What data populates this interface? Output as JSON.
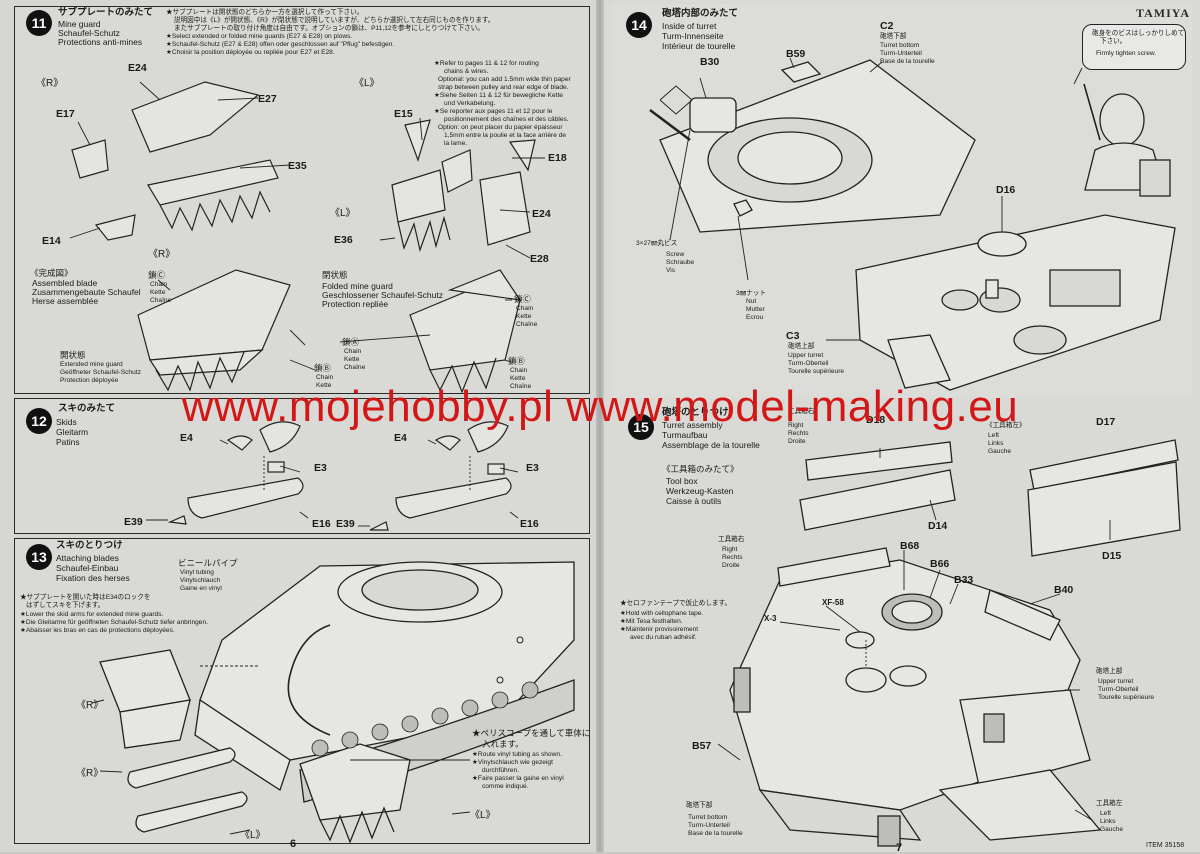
{
  "brand": "TAMIYA",
  "watermark": "www.mojehobby.pl www.model-making.eu",
  "item_code": "ITEM 35158",
  "page_numbers": {
    "left": "6",
    "right": "7"
  },
  "step11": {
    "num": "11",
    "title_jp": "サブプレートのみたて",
    "title_en": "Mine guard",
    "title_de": "Schaufel-Schutz",
    "title_fr": "Protections anti-mines",
    "note_jp_1": "★サブプレートは開状態のどちらか一方を選択して作って下さい。",
    "note_jp_2": "説明図中は《L》が開状態、《R》が閉状態で説明していますが、どちらか選択して左右同じものを作ります。",
    "note_jp_3": "またサブプレートの取り付け角度は自由です。オプションの鎖は、P11,12を参考にしとりつけて下さい。",
    "note_en_1": "★Select extended or folded mine guards (E27 & E28) on plows.",
    "note_de_1": "★Schaufel-Schutz (E27 & E28) offen oder geschlossen auf \"Pflug\" befestigen.",
    "note_fr_1": "★Choisir la position déployée ou repliée pour E27 et E28.",
    "note_en_2a": "★Refer to pages 11 & 12 for routing",
    "note_en_2b": "chains & wires.",
    "note_en_2c": "Optional: you can add 1.5mm wide thin paper",
    "note_en_2d": "strap between pulley and rear edge of blade.",
    "note_de_2a": "★Siehe Seiten 11 & 12 für bewegliche Kette",
    "note_de_2b": "und Verkabelung.",
    "note_fr_2a": "★Se reporter aux pages 11 et 12 pour le",
    "note_fr_2b": "positionnement des chaînes et des câbles.",
    "note_fr_2c": "Option: on peut placer du papier épaisseur",
    "note_fr_2d": "1,5mm entre la poulie et la face arrière de",
    "note_fr_2e": "la lame.",
    "labels": {
      "R": "《R》",
      "L": "《L》",
      "E24": "E24",
      "E27": "E27",
      "E17": "E17",
      "E35": "E35",
      "E14": "E14",
      "E15": "E15",
      "E18": "E18",
      "E36": "E36",
      "E28": "E28"
    },
    "assembled_jp": "《完成図》",
    "assembled_en": "Assembled blade",
    "assembled_de": "Zusammengebaute Schaufel",
    "assembled_fr": "Herse assemblée",
    "chainC_jp": "鎖Ⓒ",
    "chain_en": "Chain",
    "chain_de": "Kette",
    "chain_fr": "Chaîne",
    "folded_jp": "閉状態",
    "folded_en": "Folded mine guard",
    "folded_de": "Geschlossener Schaufel-Schutz",
    "folded_fr": "Protection repliée",
    "extended_jp": "開状態",
    "extended_en": "Extended mine guard",
    "extended_de": "Geöffneter Schaufel-Schutz",
    "extended_fr": "Protection déployée",
    "chainA_jp": "鎖Ⓐ",
    "chainB_jp": "鎖Ⓑ"
  },
  "step12": {
    "num": "12",
    "title_jp": "スキのみたて",
    "title_en": "Skids",
    "title_de": "Gleitarm",
    "title_fr": "Patins",
    "labels": {
      "E4": "E4",
      "E3": "E3",
      "E39": "E39",
      "E16": "E16"
    }
  },
  "step13": {
    "num": "13",
    "title_jp": "スキのとりつけ",
    "title_en": "Attaching blades",
    "title_de": "Schaufel-Einbau",
    "title_fr": "Fixation des herses",
    "vinyl_jp": "ビニールパイプ",
    "vinyl_en": "Vinyl tubing",
    "vinyl_de": "Vinylschlauch",
    "vinyl_fr": "Gaine en vinyl",
    "lower_jp_1": "★サブプレートを開いた時はE34のロックを",
    "lower_jp_2": "はずしてスキを下げます。",
    "lower_en": "★Lower the skid arms for extended mine guards.",
    "lower_de": "★Die Gleitarme für geöffneten Schaufel-Schutz tiefer anbringen.",
    "lower_fr": "★Abaisser les bras en cas de protections déployées.",
    "peri_jp_1": "★ペリスコープを通して車体に",
    "peri_jp_2": "入れます。",
    "peri_en": "★Route vinyl tubing as shown.",
    "peri_de_1": "★Vinylschlauch wie gezeigt",
    "peri_de_2": "durchführen.",
    "peri_fr_1": "★Faire passer la gaine en vinyl",
    "peri_fr_2": "comme indiqué.",
    "R": "《R》",
    "L": "《L》"
  },
  "step14": {
    "num": "14",
    "title_jp": "砲塔内部のみたて",
    "title_en": "Inside of turret",
    "title_de": "Turm-Innenseite",
    "title_fr": "Intérieur de tourelle",
    "c2": "C2",
    "c2_jp": "砲塔下部",
    "c2_en": "Turret bottom",
    "c2_de": "Turm-Unterteil",
    "c2_fr": "Base de la tourelle",
    "b30": "B30",
    "b59": "B59",
    "d16": "D16",
    "screw_jp": "3×27㎜丸ビス",
    "screw_en": "Screw",
    "screw_de": "Schraube",
    "screw_fr": "Vis",
    "nut_jp": "3㎜ナット",
    "nut_en": "Nut",
    "nut_de": "Mutter",
    "nut_fr": "Ecrou",
    "c3": "C3",
    "c3_jp": "砲塔上部",
    "c3_en": "Upper turret",
    "c3_de": "Turm-Oberteil",
    "c3_fr": "Tourelle supérieure",
    "bubble_jp_1": "砲身をのビスはしっかりしめて",
    "bubble_jp_2": "下さい。",
    "bubble_en": "Firmly tighten screw."
  },
  "step15": {
    "num": "15",
    "title_jp": "砲塔のとりつけ",
    "title_en": "Turret assembly",
    "title_de": "Turmaufbau",
    "title_fr": "Assemblage de la tourelle",
    "toolbox_jp": "《工具箱のみたて》",
    "toolbox_en": "Tool box",
    "toolbox_de": "Werkzeug-Kasten",
    "toolbox_fr": "Caisse à outils",
    "right_box_jp": "工具箱右",
    "right_en": "Right",
    "right_de": "Rechts",
    "right_fr": "Droite",
    "left_box_jp": "《工具箱左》",
    "left_en": "Left",
    "left_de": "Links",
    "left_fr": "Gauche",
    "d18": "D18",
    "d17": "D17",
    "d14": "D14",
    "d15": "D15",
    "right2_jp": "工具箱右",
    "b68": "B68",
    "b66": "B66",
    "b33": "B33",
    "b40": "B40",
    "x3": "X-3",
    "xf58": "XF-58",
    "tape_jp": "★セロファンテープで仮止めします。",
    "tape_en": "★Hold with cellophane tape.",
    "tape_de": "★Mit Tesa festhalten.",
    "tape_fr_1": "★Maintenir provisoirement",
    "tape_fr_2": "avec du ruban adhésif.",
    "upper_jp": "砲塔上部",
    "upper_en": "Upper turret",
    "upper_de": "Turm-Oberteil",
    "upper_fr": "Tourelle supérieure",
    "b57": "B57",
    "bottom_jp": "砲塔下部",
    "bottom_en": "Turret bottom",
    "bottom_de": "Turm-Unterteil",
    "bottom_fr": "Base de la tourelle",
    "left_box2_jp": "工具箱左"
  }
}
